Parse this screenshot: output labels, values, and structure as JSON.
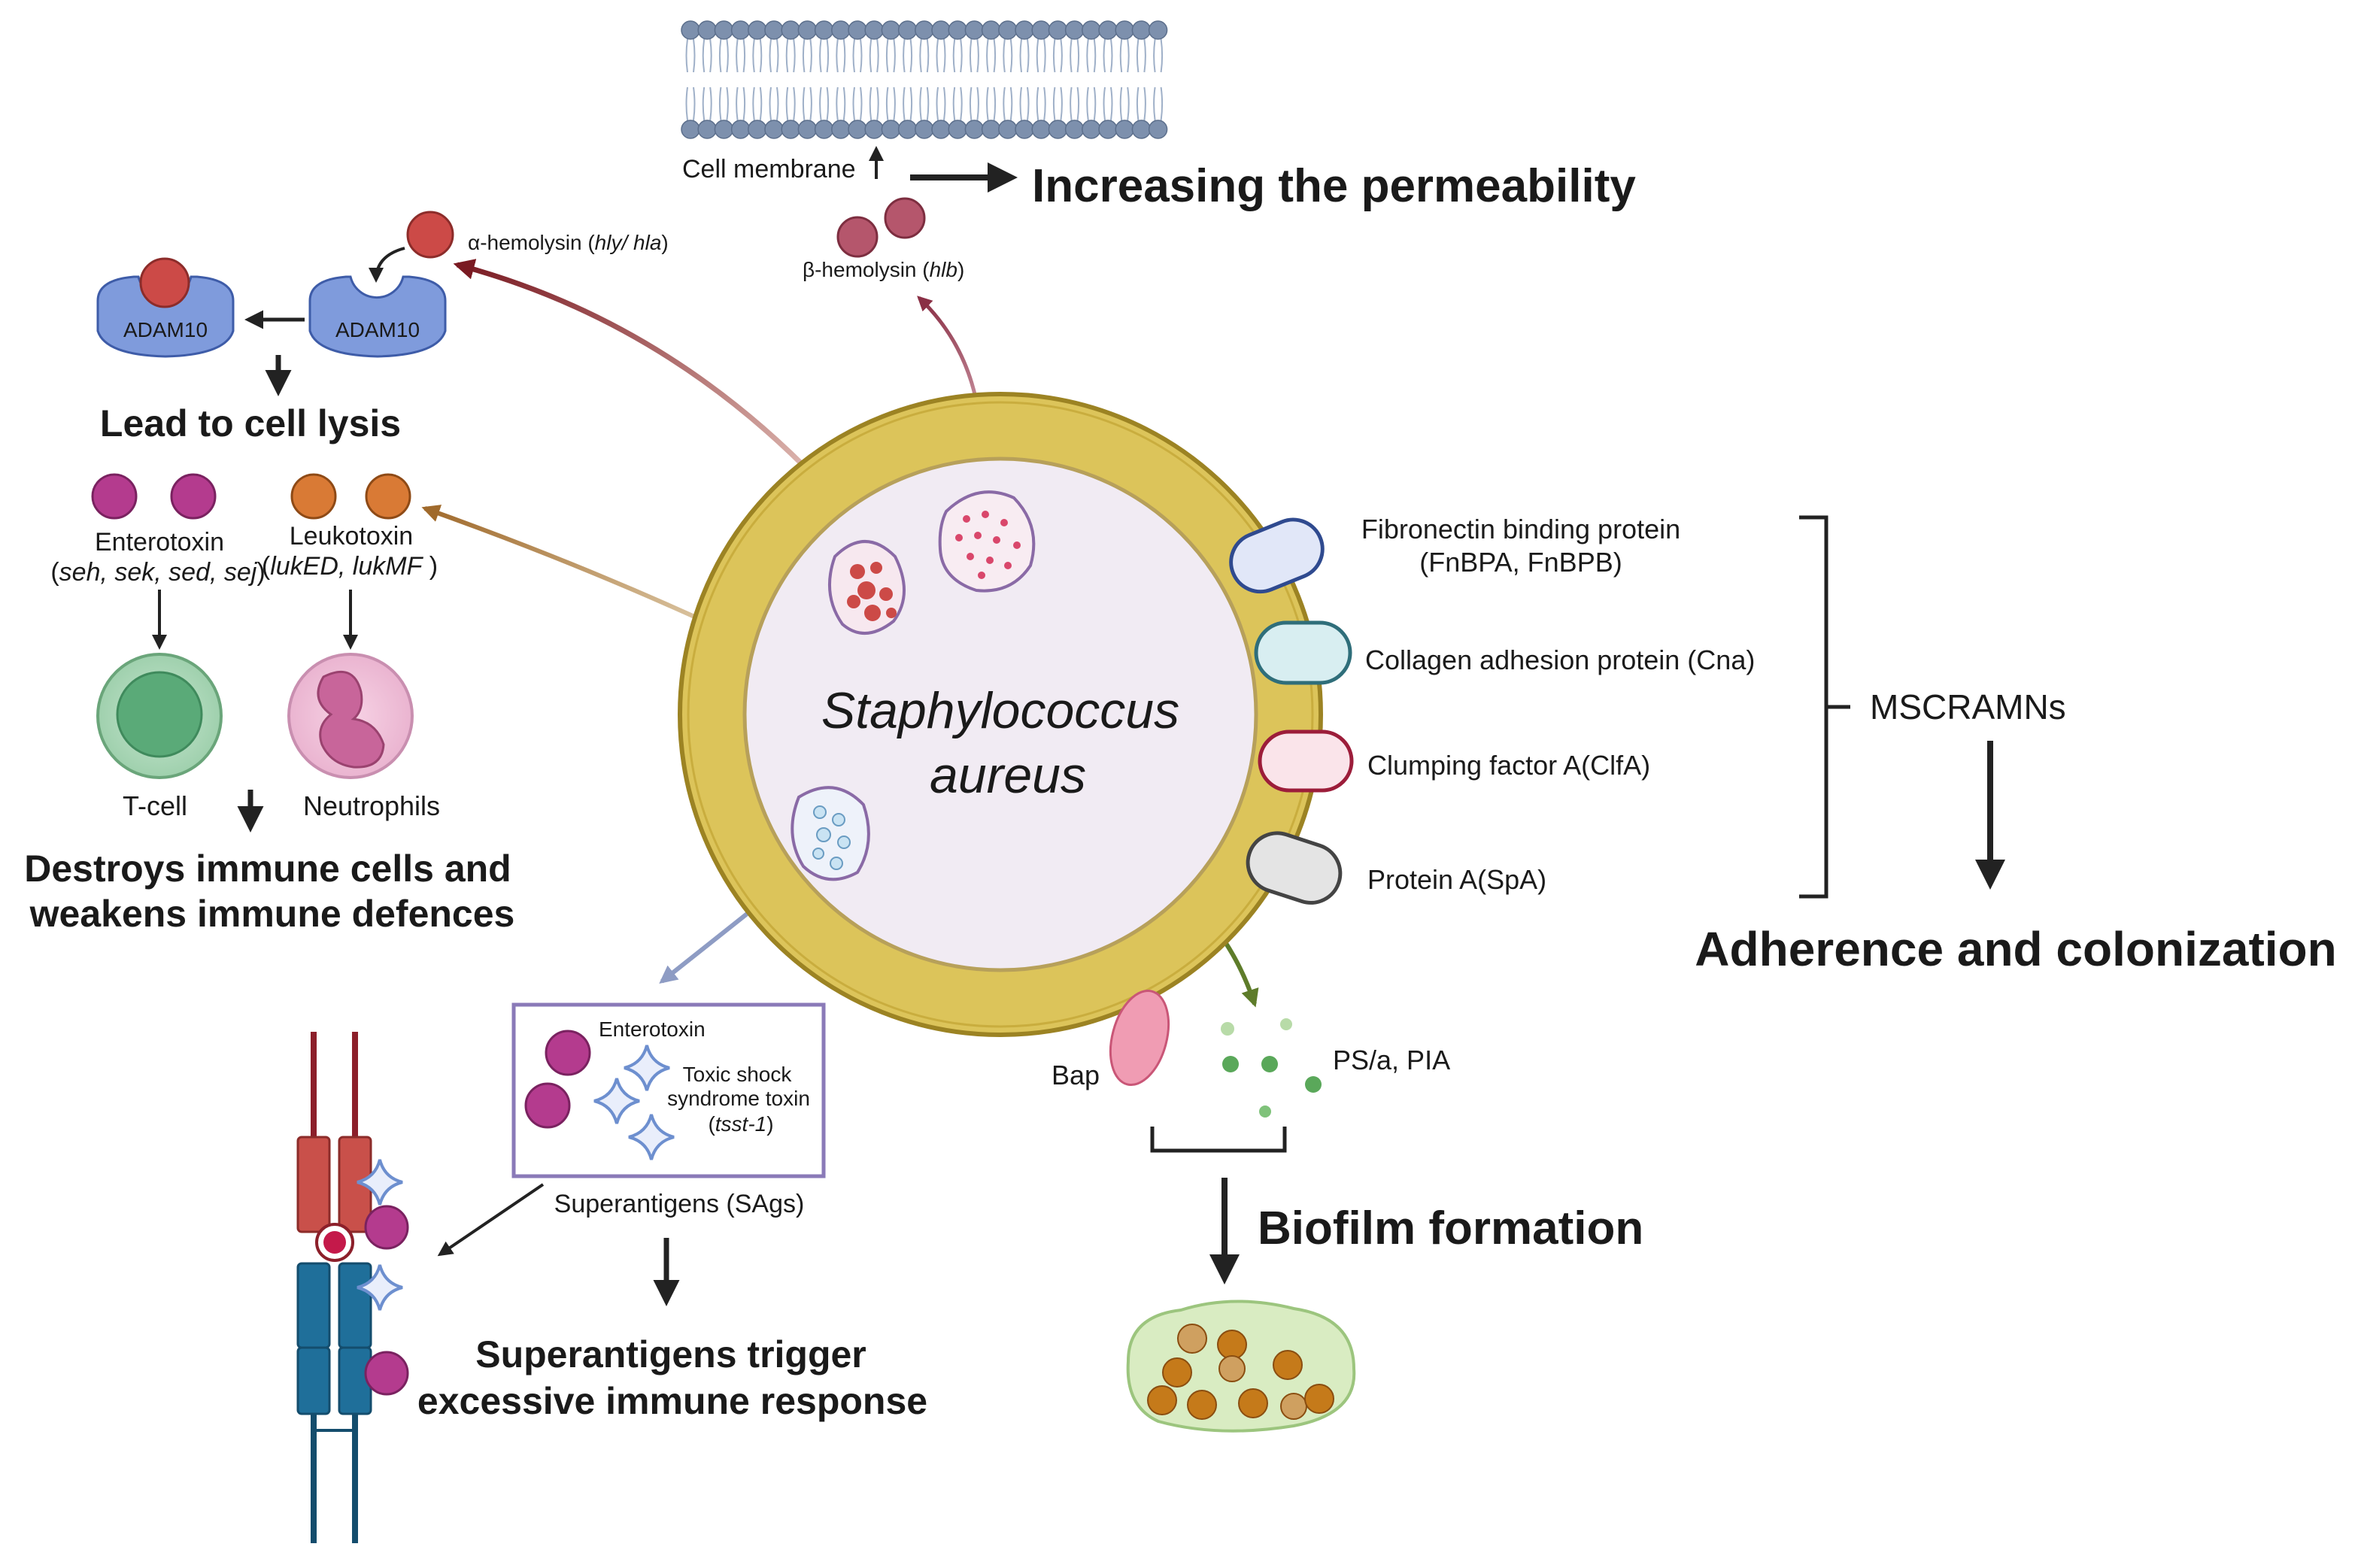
{
  "center": {
    "title_line1": "Staphylococcus",
    "title_line2": "aureus"
  },
  "membrane": {
    "cell_membrane": "Cell membrane",
    "increasing_permeability": "Increasing the permeability",
    "beta_hemolysin": "β-hemolysin (",
    "beta_gene": "hlb",
    "beta_close": ")"
  },
  "alpha": {
    "alpha_hemolysin": "α-hemolysin (",
    "alpha_gene": "hly/ hla",
    "alpha_close": ")",
    "adam_left": "ADAM10",
    "adam_right": "ADAM10",
    "lead_to_lysis": "Lead to cell lysis"
  },
  "immune": {
    "enterotoxin": "Enterotoxin",
    "enterotoxin_genes_open": "(",
    "enterotoxin_genes": "seh, sek, sed, sej",
    "enterotoxin_genes_close": ")",
    "leukotoxin": "Leukotoxin",
    "leukotoxin_genes_open": "(",
    "leukotoxin_genes": "lukED, lukMF",
    "leukotoxin_genes_close": " )",
    "tcell": "T-cell",
    "neutrophils": "Neutrophils",
    "destroys_line1": "Destroys immune cells and",
    "destroys_line2": "weakens immune defences"
  },
  "surface": {
    "fnbp_line1": "Fibronectin binding protein",
    "fnbp_line2": "(FnBPA, FnBPB)",
    "cna": "Collagen adhesion protein (Cna)",
    "clfa": "Clumping factor A(ClfA)",
    "spa": "Protein A(SpA)",
    "mscramns": "MSCRAMNs",
    "adherence": "Adherence and colonization"
  },
  "superantigens": {
    "enterotoxin": "Enterotoxin",
    "tsst_line1": "Toxic shock",
    "tsst_line2": "syndrome toxin",
    "tsst_open": "(",
    "tsst_gene": "tsst-1",
    "tsst_close": ")",
    "sags": "Superantigens (SAgs)",
    "trigger_line1": "Superantigens trigger",
    "trigger_line2": "excessive immune response"
  },
  "biofilm": {
    "bap": "Bap",
    "ps_pia": "PS/a,  PIA",
    "biofilm_formation": "Biofilm formation"
  },
  "colors": {
    "wall_outer": "#b89b2e",
    "wall_fill": "#dcc45a",
    "cytoplasm": "#f1ebf3",
    "alpha_red": "#cc4a47",
    "beta_mauve": "#b5566c",
    "enterotoxin_magenta": "#b43b8e",
    "leukotoxin_orange": "#d97a35",
    "adam_blue": "#7f9bdc",
    "arrow_dark_red": "#7a1a22",
    "arrow_brown": "#a06a2c",
    "arrow_blue_grey": "#8e9cc4",
    "arrow_green": "#5e7c2a",
    "tcr_red": "#c9504a",
    "tcr_blue": "#1f6f9a"
  }
}
